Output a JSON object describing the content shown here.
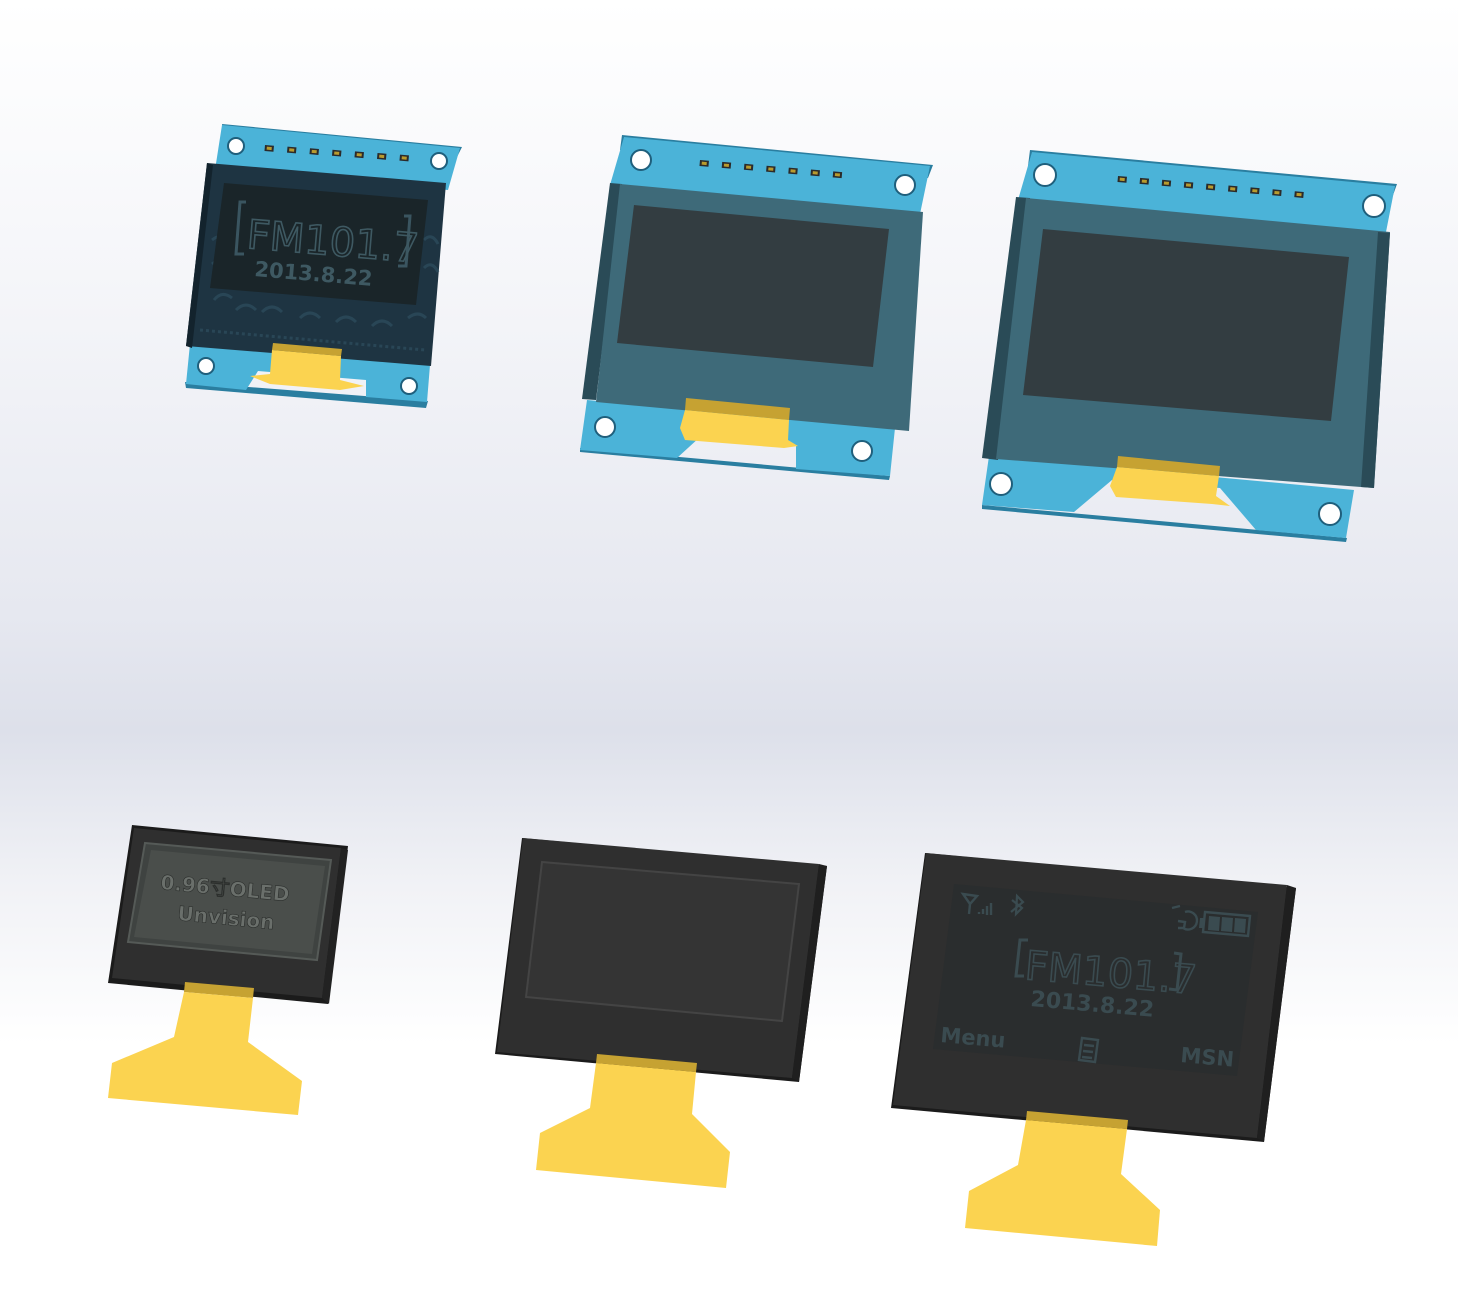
{
  "colors": {
    "pcb": "#4bb3d8",
    "pcb_edge": "#2a7ea0",
    "pcb_dark": "#1f5f7c",
    "panel_blue": "#3e6a79",
    "panel_blue_dark": "#2a4b57",
    "screen": "#333d41",
    "black_panel": "#2f2f2f",
    "black_edge": "#1b1b1b",
    "flex": "#fbd350",
    "flex_dark": "#c6a232",
    "hole": "#ffffff",
    "pin": "#b89b2e",
    "screen_text": "#2e4148",
    "screen_text_light": "#4a5a5f"
  },
  "modules": {
    "pcb_096": {
      "screen": {
        "headline": "FM101.7",
        "date": "2013.8.22"
      }
    },
    "bare_096": {
      "screen": {
        "line1": "0.96寸OLED",
        "line2": "Unvision"
      }
    },
    "bare_130": {
      "screen": {
        "headline": "FM101.7",
        "date": "2013.8.22",
        "left_softkey": "Menu",
        "right_softkey": "MSN",
        "status_icons": [
          "signal-icon",
          "bluetooth-icon",
          "g-network-icon",
          "battery-icon"
        ],
        "center_icon": "document-icon"
      }
    }
  }
}
